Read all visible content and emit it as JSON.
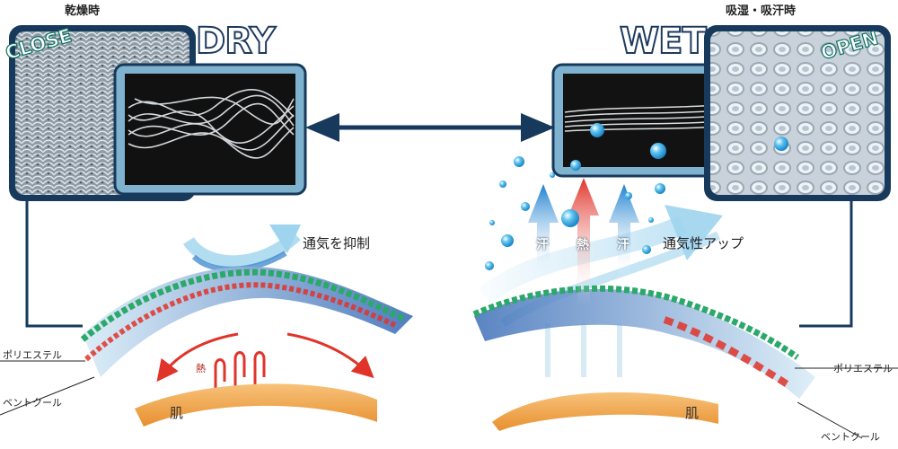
{
  "dry": {
    "caption": "乾燥時",
    "title": "DRY",
    "badge": "CLOSE",
    "note": "通気を抑制",
    "heat_label": "熱",
    "skin_label": "肌",
    "layer_top": "ポリエステル",
    "layer_bottom": "ベントクール"
  },
  "wet": {
    "caption": "吸湿・吸汗時",
    "title": "WET",
    "badge": "OPEN",
    "note": "通気性アップ",
    "arrow_sweat_left": "汗",
    "arrow_heat": "熱",
    "arrow_sweat_right": "汗",
    "skin_label": "肌",
    "layer_top": "ポリエステル",
    "layer_bottom": "ベントクール"
  },
  "colors": {
    "frame": "#173a5c",
    "panel_border": "#7fb2cf",
    "heat": "#e0342a",
    "skin": "#f2a94f",
    "green_fiber": "#2ba86a",
    "mist": "#9fd4ee"
  }
}
